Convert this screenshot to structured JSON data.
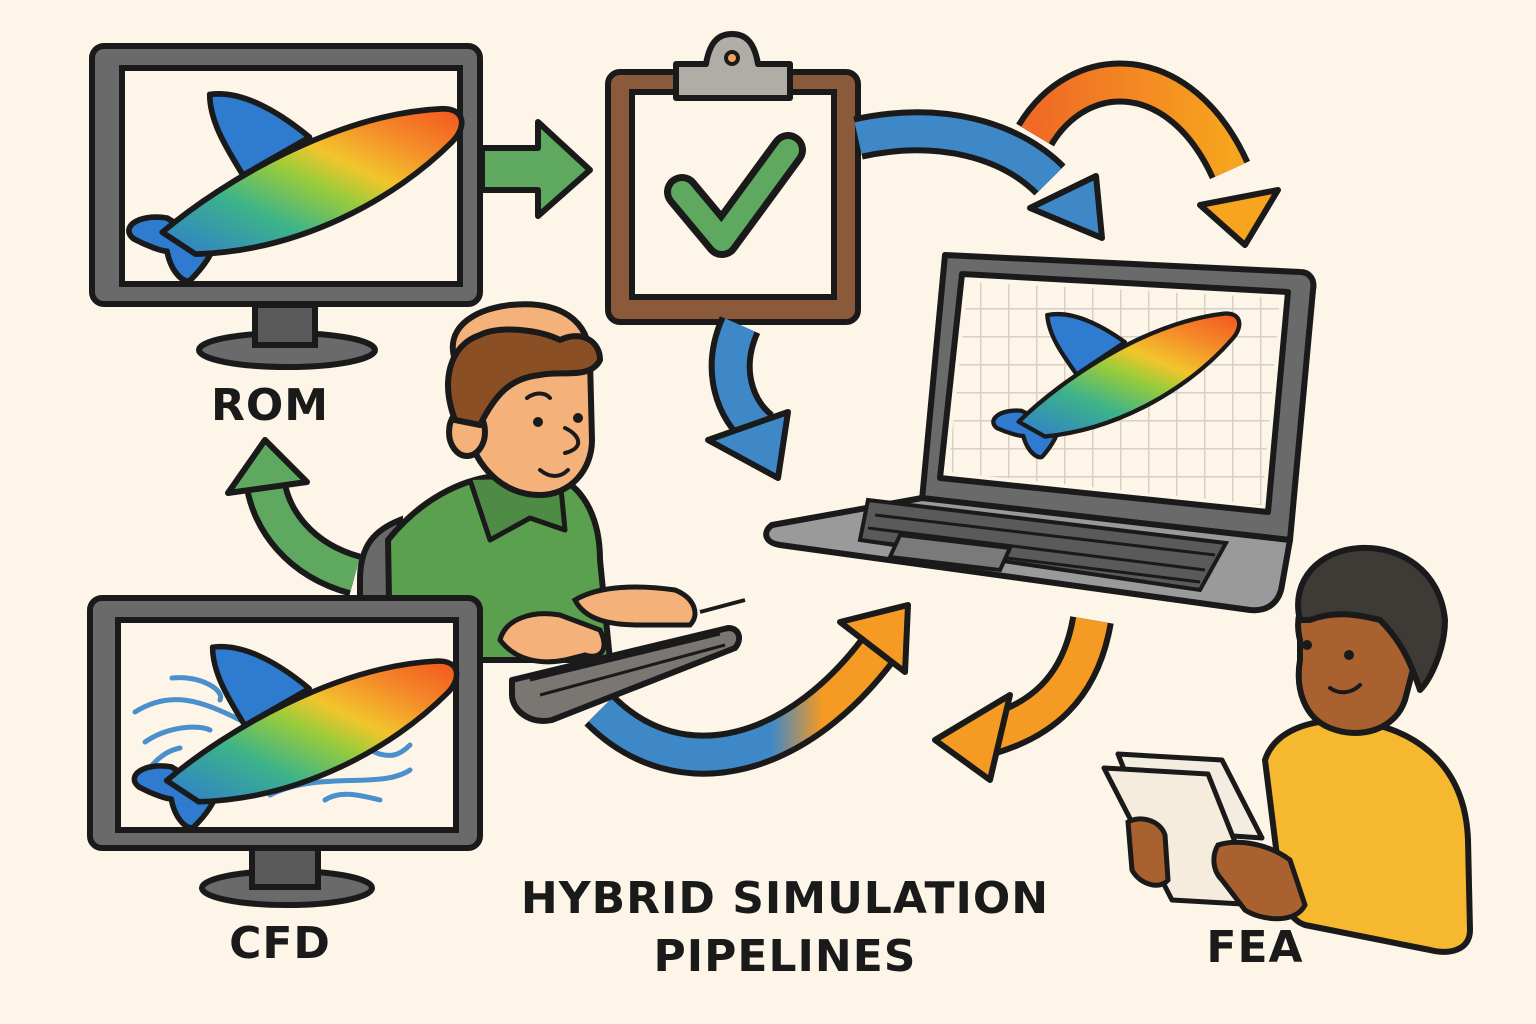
{
  "title": {
    "line1": "HYBRID SIMULATION",
    "line2": "PIPELINES"
  },
  "labels": {
    "rom": "ROM",
    "cfd": "CFD",
    "fea": "FEA"
  },
  "icons": {
    "rom_monitor": "monitor-with-fish-mesh-icon",
    "cfd_monitor": "monitor-with-fish-flow-icon",
    "clipboard": "clipboard-checkmark-icon",
    "laptop": "laptop-with-fish-grid-icon",
    "engineer_left": "person-typing-icon",
    "engineer_right": "person-reading-papers-icon"
  },
  "colors": {
    "background": "#fcf5e8",
    "outline": "#1a1a1a",
    "green_arrow": "#5fa85f",
    "blue_arrow": "#3f88c8",
    "orange_arrow": "#f59a23",
    "orange_deep": "#ef6a25",
    "monitor_gray": "#6a6a6a",
    "clipboard_brown": "#8a5a3a",
    "check_green": "#5fa85f",
    "shirt_green": "#5aa04f",
    "shirt_yellow": "#f5b82e",
    "skin_light": "#f4b27a",
    "skin_dark": "#a9612f",
    "hair_brown": "#8a4f25",
    "hair_dark": "#3e3a36"
  }
}
